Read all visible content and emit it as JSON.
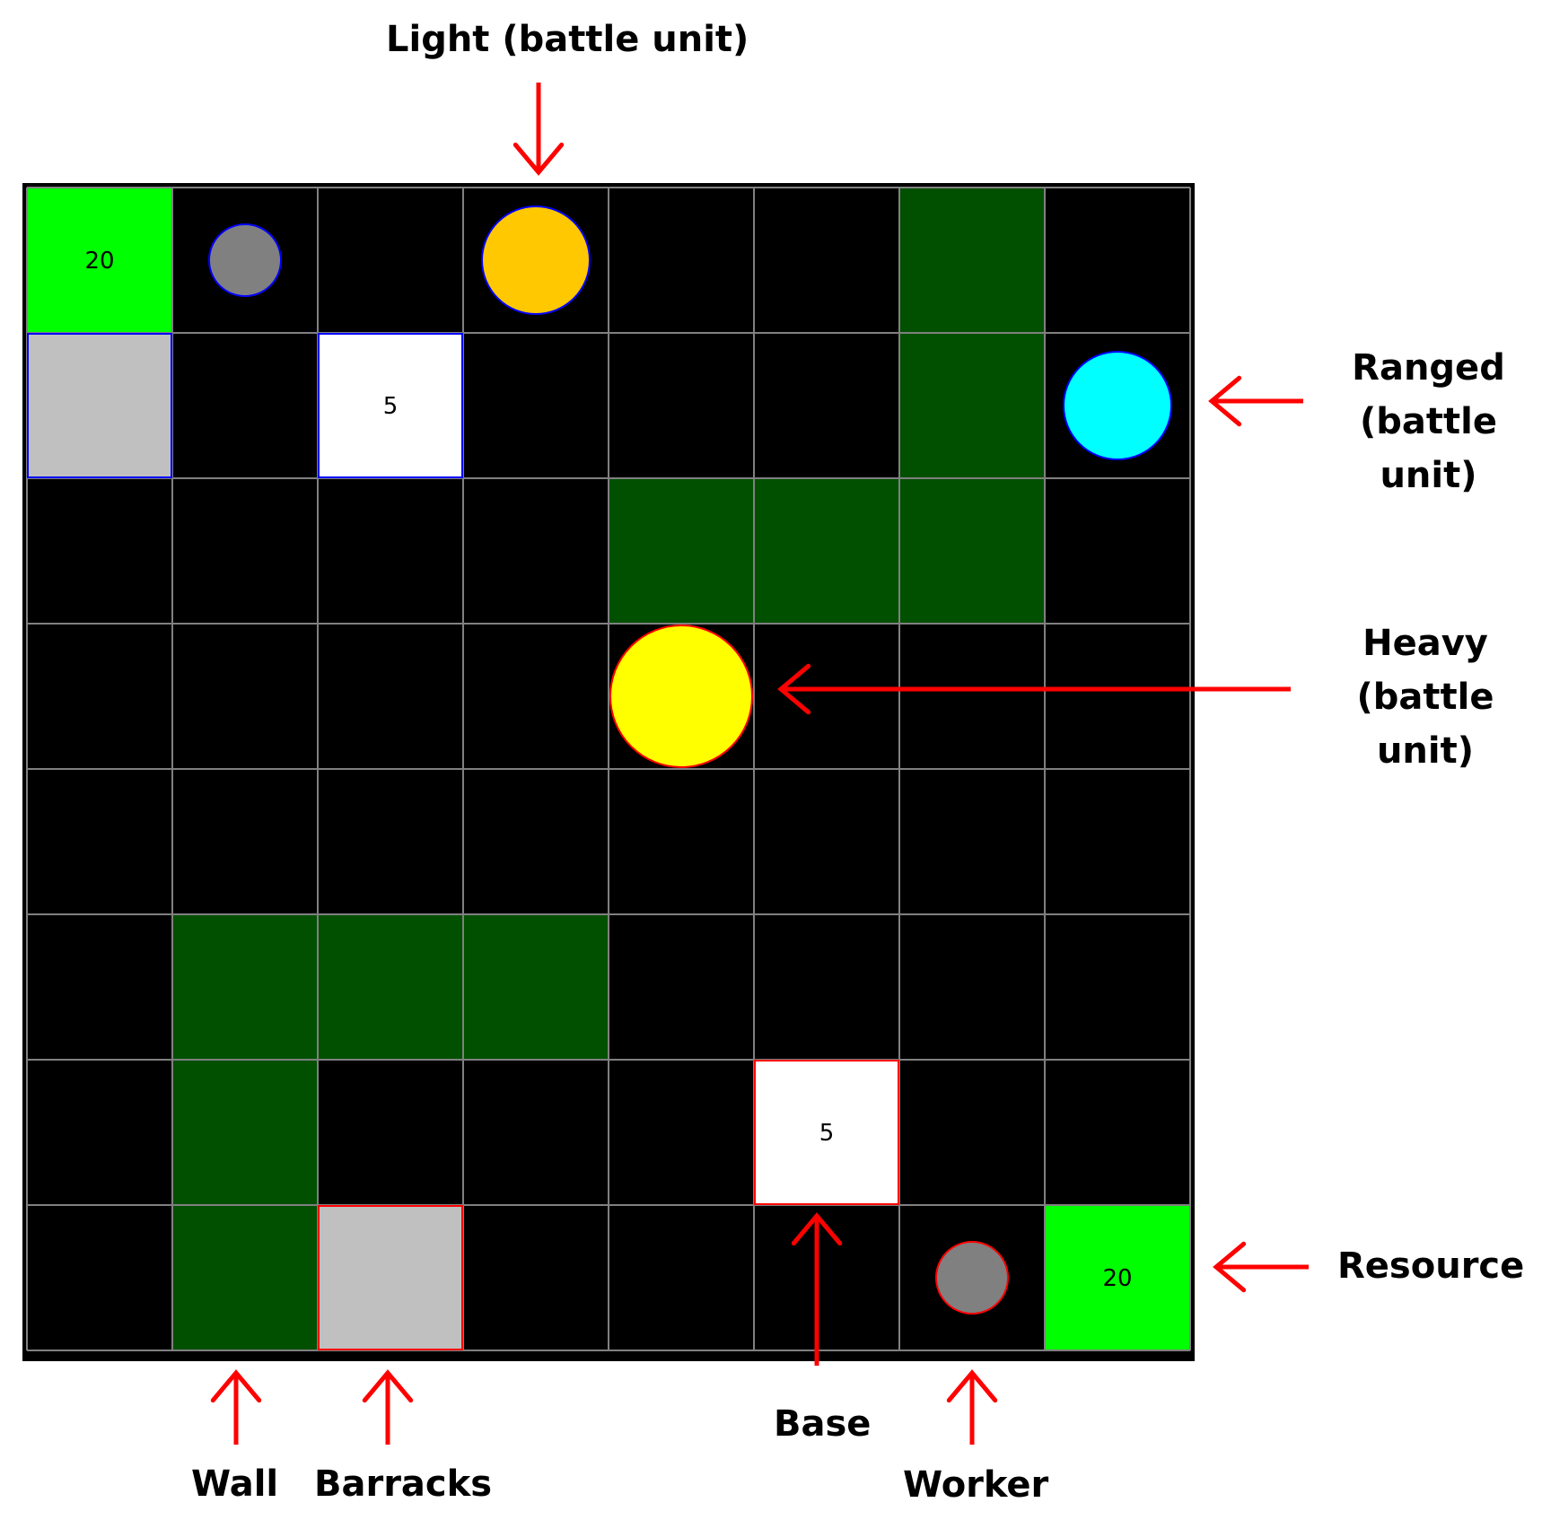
{
  "colors": {
    "background": "#000000",
    "grid_line": "#808080",
    "wall": "#005000",
    "resource": "#00ff00",
    "base": "#ffffff",
    "barracks": "#c0c0c0",
    "worker": "#808080",
    "light": "#ffc800",
    "heavy": "#ffff00",
    "ranged": "#00ffff",
    "player_1": "#0000ff",
    "player_2": "#ff0000",
    "annotation": "#ff0000"
  },
  "grid": {
    "rows": 8,
    "cols": 8
  },
  "walls": [
    [
      0,
      6
    ],
    [
      1,
      6
    ],
    [
      2,
      4
    ],
    [
      2,
      5
    ],
    [
      2,
      6
    ],
    [
      5,
      1
    ],
    [
      5,
      2
    ],
    [
      5,
      3
    ],
    [
      6,
      1
    ],
    [
      7,
      1
    ]
  ],
  "units": [
    {
      "type": "resource",
      "row": 0,
      "col": 0,
      "label": "20"
    },
    {
      "type": "worker",
      "row": 0,
      "col": 1,
      "player": "player_1"
    },
    {
      "type": "light",
      "row": 0,
      "col": 3,
      "player": "player_1"
    },
    {
      "type": "barracks",
      "row": 1,
      "col": 0,
      "player": "player_1"
    },
    {
      "type": "base",
      "row": 1,
      "col": 2,
      "player": "player_1",
      "label": "5"
    },
    {
      "type": "ranged",
      "row": 1,
      "col": 7,
      "player": "player_1"
    },
    {
      "type": "heavy",
      "row": 3,
      "col": 4,
      "player": "player_2"
    },
    {
      "type": "base",
      "row": 6,
      "col": 5,
      "player": "player_2",
      "label": "5"
    },
    {
      "type": "barracks",
      "row": 7,
      "col": 2,
      "player": "player_2"
    },
    {
      "type": "worker",
      "row": 7,
      "col": 6,
      "player": "player_2"
    },
    {
      "type": "resource",
      "row": 7,
      "col": 7,
      "label": "20"
    }
  ],
  "labels": {
    "light": "Light (battle unit)",
    "ranged": "Ranged\n(battle unit)",
    "heavy": "Heavy\n(battle unit)",
    "resource": "Resource",
    "wall": "Wall",
    "barracks": "Barracks",
    "base": "Base",
    "worker": "Worker"
  }
}
